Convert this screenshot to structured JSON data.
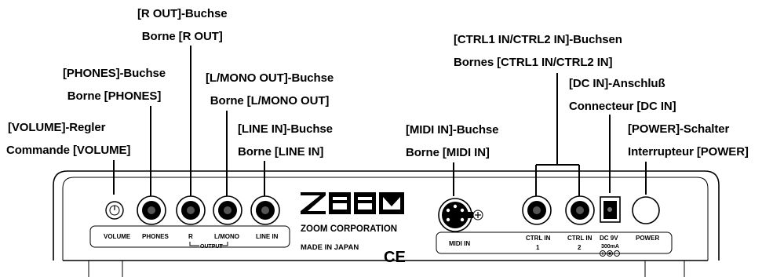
{
  "callouts": {
    "r_out": {
      "de": "[R OUT]-Buchse",
      "fr": "Borne [R OUT]"
    },
    "phones": {
      "de": "[PHONES]-Buchse",
      "fr": "Borne [PHONES]"
    },
    "l_mono_out": {
      "de": "[L/MONO OUT]-Buchse",
      "fr": "Borne [L/MONO OUT]"
    },
    "volume": {
      "de": "[VOLUME]-Regler",
      "fr": "Commande [VOLUME]"
    },
    "line_in": {
      "de": "[LINE IN]-Buchse",
      "fr": "Borne [LINE IN]"
    },
    "ctrl_in": {
      "de": "[CTRL1 IN/CTRL2 IN]-Buchsen",
      "fr": "Bornes [CTRL1 IN/CTRL2 IN]"
    },
    "dc_in": {
      "de": "[DC IN]-Anschluß",
      "fr": "Connecteur  [DC IN]"
    },
    "midi_in": {
      "de": "[MIDI IN]-Buchse",
      "fr": "Borne [MIDI IN]"
    },
    "power": {
      "de": "[POWER]-Schalter",
      "fr": "Interrupteur [POWER]"
    }
  },
  "panel": {
    "logo": "ZOOM",
    "company": "ZOOM CORPORATION",
    "origin": "MADE IN JAPAN",
    "ce_mark": "CE",
    "labels": {
      "volume": "VOLUME",
      "phones": "PHONES",
      "r": "R",
      "l_mono": "L/MONO",
      "output": "OUTPUT",
      "line_in": "LINE IN",
      "midi_in": "MIDI IN",
      "ctrl_in_1": "CTRL IN",
      "ctrl_in_1_num": "1",
      "ctrl_in_2": "CTRL IN",
      "ctrl_in_2_num": "2",
      "dc": "DC 9V",
      "dc_ma": "300mA",
      "power": "POWER"
    }
  }
}
